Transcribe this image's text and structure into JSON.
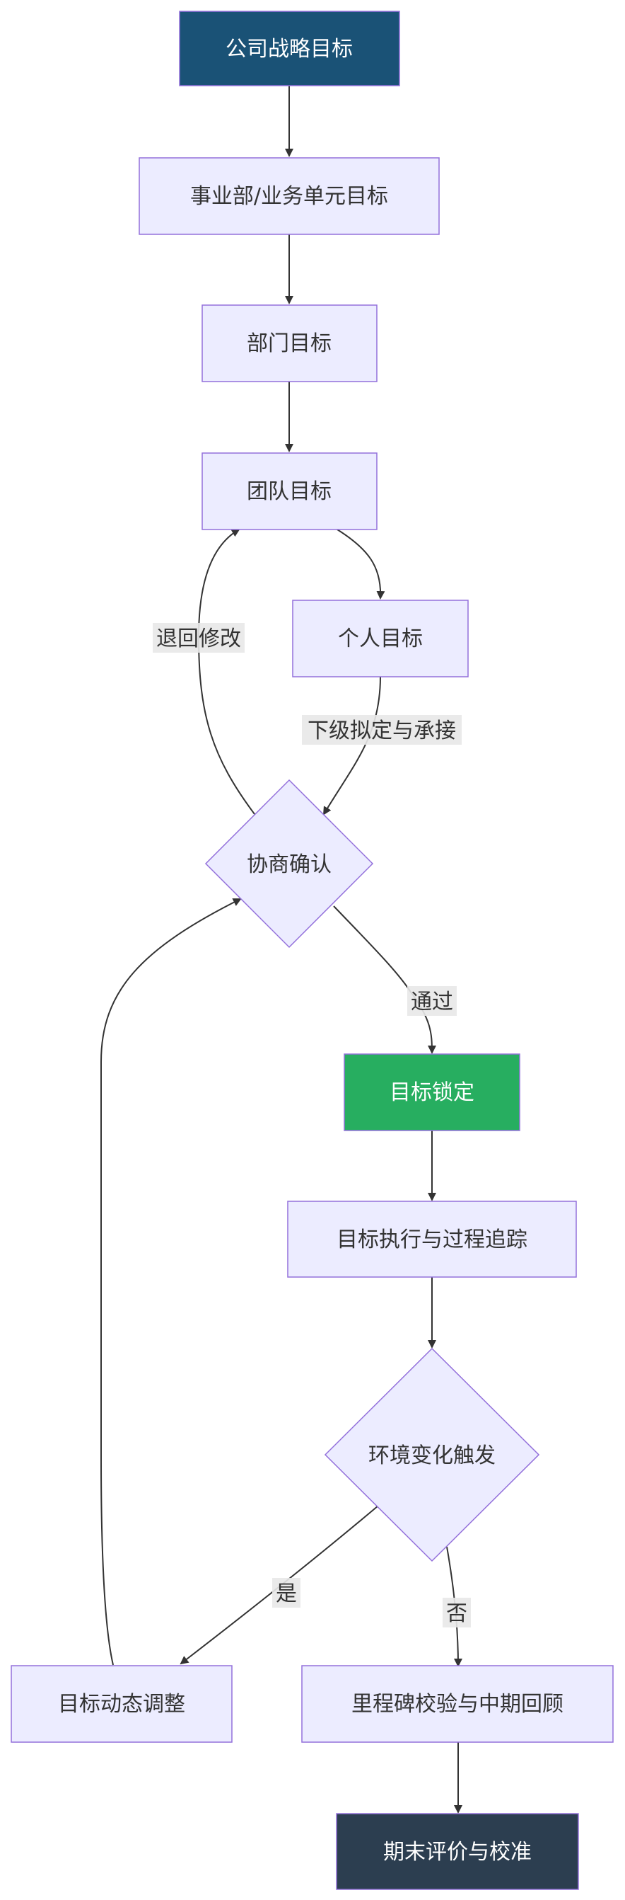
{
  "nodes": {
    "company_goal": {
      "label": "公司战略目标",
      "fill": "#1a5276"
    },
    "bu_goal": {
      "label": "事业部/业务单元目标",
      "fill": "#ececff"
    },
    "dept_goal": {
      "label": "部门目标",
      "fill": "#ececff"
    },
    "team_goal": {
      "label": "团队目标",
      "fill": "#ececff"
    },
    "personal_goal": {
      "label": "个人目标",
      "fill": "#ececff"
    },
    "negotiate": {
      "label": "协商确认",
      "fill": "#ececff"
    },
    "goal_locked": {
      "label": "目标锁定",
      "fill": "#27ae60"
    },
    "execute_track": {
      "label": "目标执行与过程追踪",
      "fill": "#ececff"
    },
    "env_change": {
      "label": "环境变化触发",
      "fill": "#ececff"
    },
    "dynamic_adjust": {
      "label": "目标动态调整",
      "fill": "#ececff"
    },
    "milestone_review": {
      "label": "里程碑校验与中期回顾",
      "fill": "#ececff"
    },
    "final_eval": {
      "label": "期末评价与校准",
      "fill": "#2c3e50"
    }
  },
  "edge_labels": {
    "return_modify": "退回修改",
    "sub_draft_accept": "下级拟定与承接",
    "pass": "通过",
    "yes": "是",
    "no": "否"
  },
  "colors": {
    "node_border": "#9370db",
    "dark_node_border": "#9370db",
    "edge": "#333333",
    "edge_label_bg": "#e8e8e8"
  }
}
